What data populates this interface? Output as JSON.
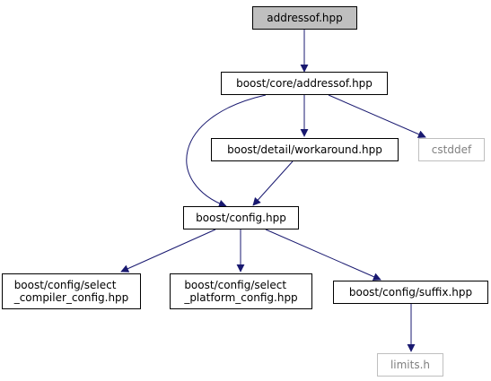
{
  "colors": {
    "edge": "#191970",
    "root_fill": "#bfbfbf",
    "node_border": "#000000",
    "external_border": "#bfbfbf",
    "external_text": "#7f7f7f"
  },
  "nodes": {
    "addressof_hpp": "addressof.hpp",
    "core_addressof": "boost/core/addressof.hpp",
    "detail_workaround": "boost/detail/workaround.hpp",
    "cstddef": "cstddef",
    "config_hpp": "boost/config.hpp",
    "select_compiler": "boost/config/select\n_compiler_config.hpp",
    "select_platform": "boost/config/select\n_platform_config.hpp",
    "suffix": "boost/config/suffix.hpp",
    "limits_h": "limits.h"
  }
}
